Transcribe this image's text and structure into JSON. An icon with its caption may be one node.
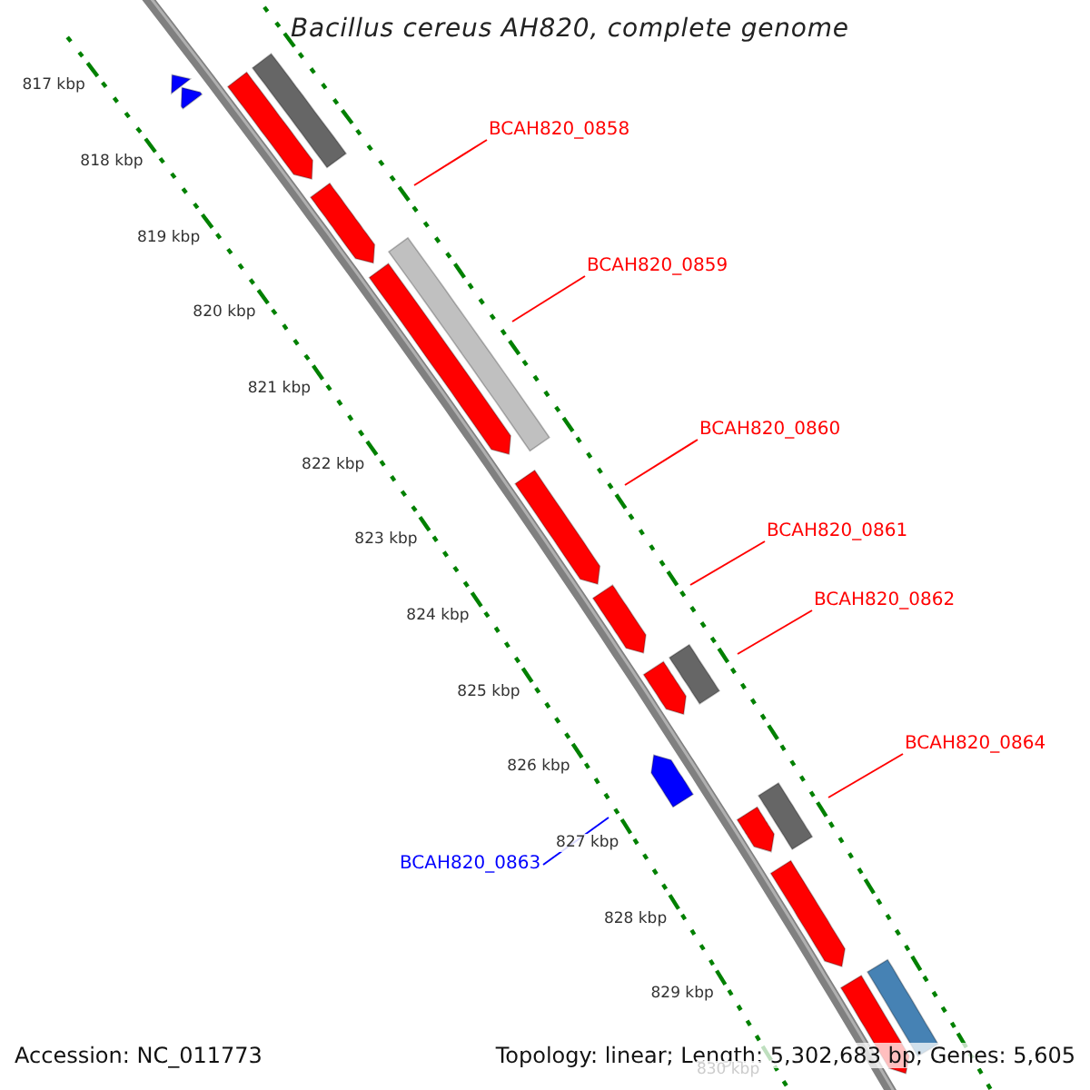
{
  "diagram": {
    "title": "Bacillus cereus AH820, complete genome",
    "nodes": [
      {
        "text": [
          "BCAH820_0858"
        ]
      },
      {
        "text": [
          "BCAH820_0859"
        ]
      },
      {
        "text": [
          "BCAH820_0860"
        ]
      },
      {
        "text": [
          "BCAH820_0861"
        ]
      },
      {
        "text": [
          "BCAH820_0862"
        ]
      },
      {
        "text": [
          "BCAH820_0864"
        ]
      },
      {
        "text": [
          "BCAH820_0863"
        ]
      }
    ],
    "edges": [
      {
        "from": 0,
        "to": null,
        "arrow": "none"
      },
      {
        "from": 1,
        "to": null,
        "arrow": "none"
      },
      {
        "from": 2,
        "to": null,
        "arrow": "none"
      },
      {
        "from": 3,
        "to": null,
        "arrow": "none"
      },
      {
        "from": 4,
        "to": null,
        "arrow": "none"
      },
      {
        "from": 5,
        "to": null,
        "arrow": "none"
      },
      {
        "from": 6,
        "to": null,
        "arrow": "none",
        "color": "#0000ff"
      }
    ],
    "labels": [
      "817 kbp",
      "818 kbp",
      "819 kbp",
      "820 kbp",
      "821 kbp",
      "822 kbp",
      "823 kbp",
      "824 kbp",
      "825 kbp",
      "826 kbp",
      "827 kbp",
      "828 kbp",
      "829 kbp",
      "830 kbp",
      "Accession: NC_011773",
      "Topology: linear; Length: 5,302,683 bp; Genes: 5,605"
    ]
  }
}
